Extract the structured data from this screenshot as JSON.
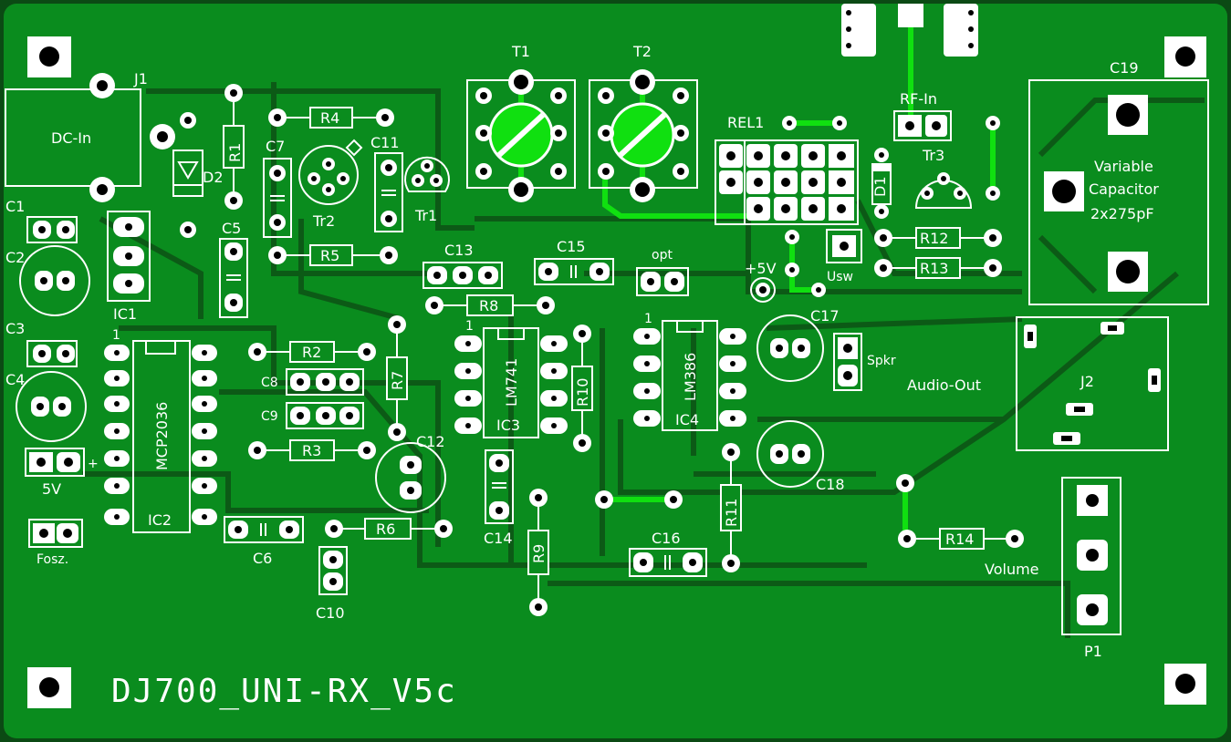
{
  "board": {
    "title": "DJ700_UNI-RX_V5c",
    "colors": {
      "copper": "#0a8c1e",
      "trace": "#0c5a16",
      "silk": "#ffffff",
      "jumper": "#10e010"
    }
  },
  "labels": {
    "j1": "J1",
    "dc_in": "DC-In",
    "d2": "D2",
    "r1": "R1",
    "c7": "C7",
    "r4": "R4",
    "r5": "R5",
    "tr2": "Tr2",
    "c11": "C11",
    "tr1": "Tr1",
    "t1": "T1",
    "t2": "T2",
    "rel1": "REL1",
    "rf_in": "RF-In",
    "d1": "D1",
    "tr3": "Tr3",
    "c19": "C19",
    "var_cap_1": "Variable",
    "var_cap_2": "Capacitor",
    "var_cap_3": "2x275pF",
    "c1": "C1",
    "c2": "C2",
    "c3": "C3",
    "c4": "C4",
    "c5": "C5",
    "ic1": "IC1",
    "c13": "C13",
    "c15": "C15",
    "opt": "opt",
    "plus5v": "+5V",
    "usw": "Usw",
    "r12": "R12",
    "r13": "R13",
    "r8": "R8",
    "c17": "C17",
    "spkr": "Spkr",
    "audio_out": "Audio-Out",
    "j2": "J2",
    "r2": "R2",
    "c8": "C8",
    "c9": "C9",
    "r3": "R3",
    "r7": "R7",
    "c12": "C12",
    "lm741": "LM741",
    "ic3": "IC3",
    "r10": "R10",
    "lm386": "LM386",
    "ic4": "IC4",
    "mcp2036": "MCP2036",
    "ic2": "IC2",
    "pin1_a": "1",
    "pin1_b": "1",
    "pin1_c": "1",
    "five_v": "5V",
    "plus": "+",
    "fosz": "Fosz.",
    "c6": "C6",
    "r6": "R6",
    "c10": "C10",
    "c14": "C14",
    "r9": "R9",
    "c16": "C16",
    "r11": "R11",
    "c18": "C18",
    "r14": "R14",
    "volume": "Volume",
    "p1": "P1"
  }
}
